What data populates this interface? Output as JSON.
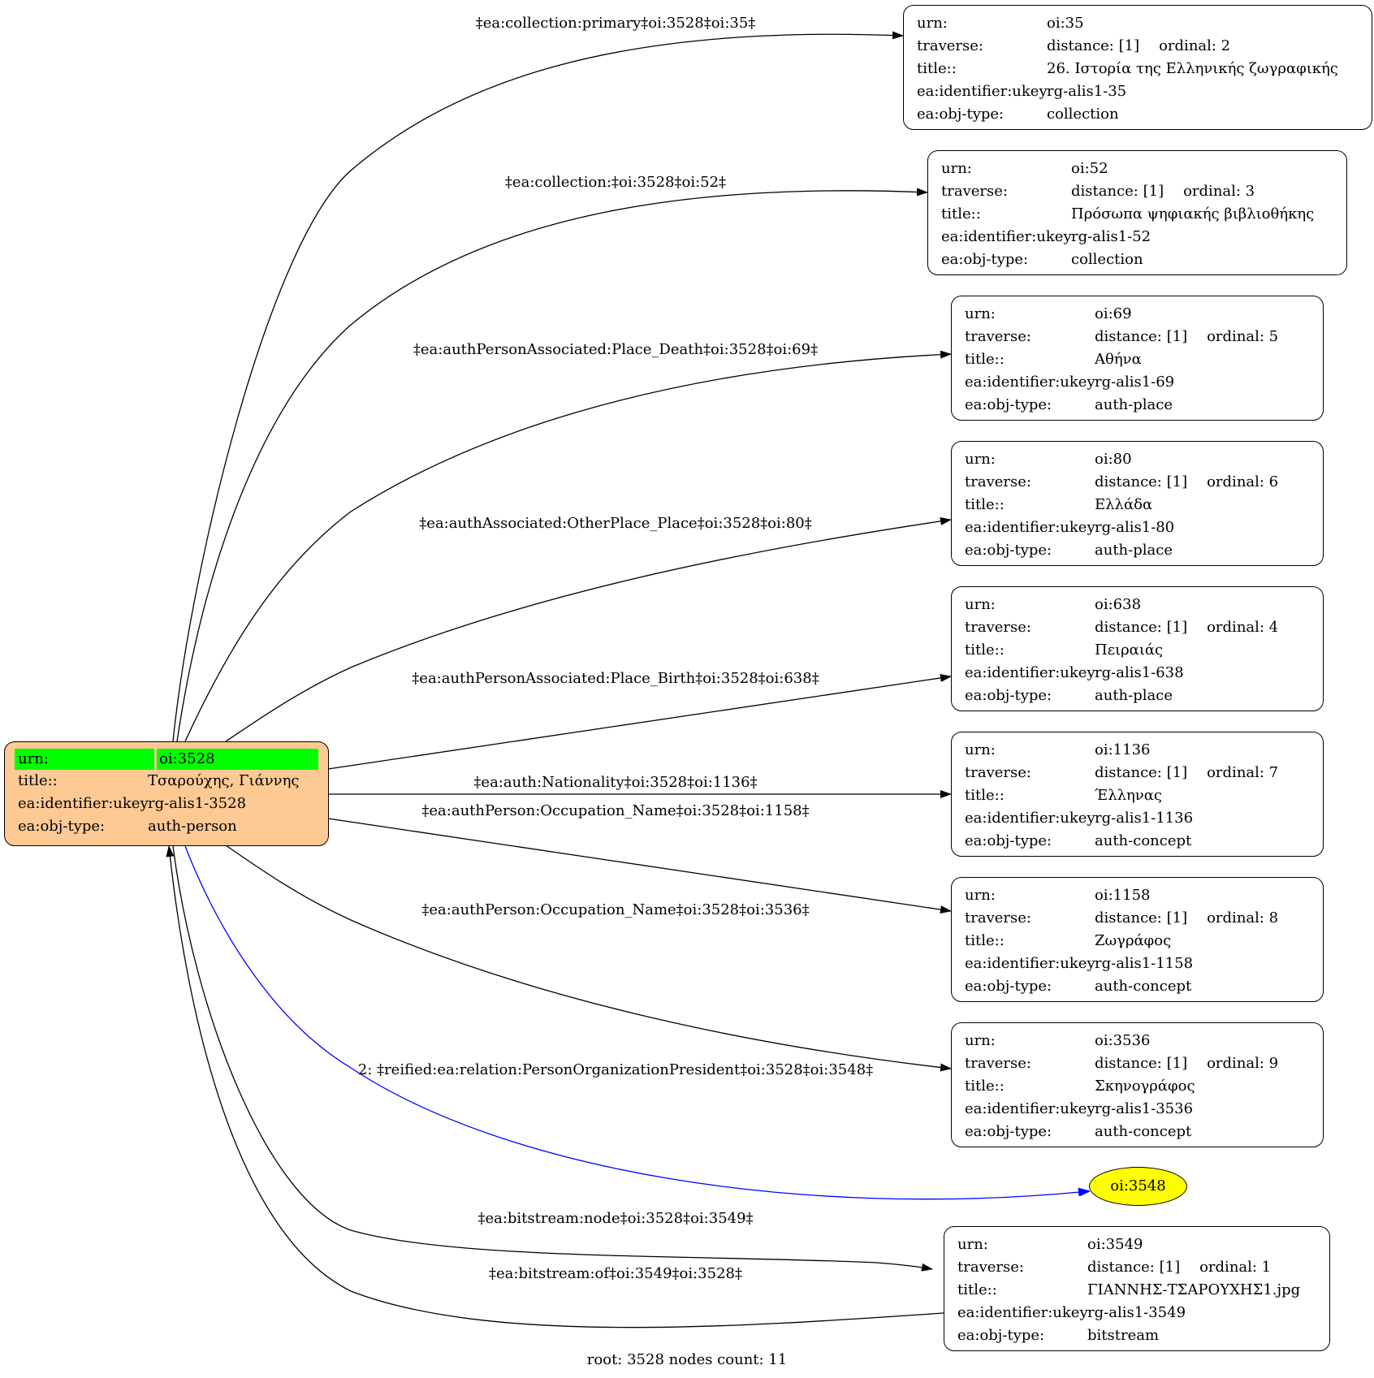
{
  "root": {
    "rows": [
      {
        "key": "urn:",
        "value": "oi:3528"
      },
      {
        "key": "title::",
        "value": "Τσαρούχης, Γιάννης"
      },
      {
        "key": "ea:identifier:ukey",
        "value": "rg-alis1-3528"
      },
      {
        "key": "ea:obj-type:",
        "value": "auth-person"
      }
    ]
  },
  "nodes": [
    {
      "urn": "oi:35",
      "distance": "distance: [1]",
      "ordinal": "ordinal: 2",
      "title": "26. Ιστορία της Ελληνικής ζωγραφικής",
      "ukey": "rg-alis1-35",
      "type": "collection"
    },
    {
      "urn": "oi:52",
      "distance": "distance: [1]",
      "ordinal": "ordinal: 3",
      "title": "Πρόσωπα ψηφιακής βιβλιοθήκης",
      "ukey": "rg-alis1-52",
      "type": "collection"
    },
    {
      "urn": "oi:69",
      "distance": "distance: [1]",
      "ordinal": "ordinal: 5",
      "title": "Αθήνα",
      "ukey": "rg-alis1-69",
      "type": "auth-place"
    },
    {
      "urn": "oi:80",
      "distance": "distance: [1]",
      "ordinal": "ordinal: 6",
      "title": "Ελλάδα",
      "ukey": "rg-alis1-80",
      "type": "auth-place"
    },
    {
      "urn": "oi:638",
      "distance": "distance: [1]",
      "ordinal": "ordinal: 4",
      "title": "Πειραιάς",
      "ukey": "rg-alis1-638",
      "type": "auth-place"
    },
    {
      "urn": "oi:1136",
      "distance": "distance: [1]",
      "ordinal": "ordinal: 7",
      "title": "Έλληνας",
      "ukey": "rg-alis1-1136",
      "type": "auth-concept"
    },
    {
      "urn": "oi:1158",
      "distance": "distance: [1]",
      "ordinal": "ordinal: 8",
      "title": "Ζωγράφος",
      "ukey": "rg-alis1-1158",
      "type": "auth-concept"
    },
    {
      "urn": "oi:3536",
      "distance": "distance: [1]",
      "ordinal": "ordinal: 9",
      "title": "Σκηνογράφος",
      "ukey": "rg-alis1-3536",
      "type": "auth-concept"
    },
    {
      "urn": "oi:3549",
      "distance": "distance: [1]",
      "ordinal": "ordinal: 1",
      "title": "ΓΙΑΝΝΗΣ-ΤΣΑΡΟΥΧΗΣ1.jpg",
      "ukey": "rg-alis1-3549",
      "type": "bitstream"
    }
  ],
  "field_labels": {
    "urn": "urn:",
    "traverse": "traverse:",
    "title": "title::",
    "ukey": "ea:identifier:ukey",
    "type": "ea:obj-type:"
  },
  "ellipse_node": "oi:3548",
  "edge_labels": [
    "‡ea:collection:primary‡oi:3528‡oi:35‡",
    "‡ea:collection:‡oi:3528‡oi:52‡",
    "‡ea:authPersonAssociated:Place_Death‡oi:3528‡oi:69‡",
    "‡ea:authAssociated:OtherPlace_Place‡oi:3528‡oi:80‡",
    "‡ea:authPersonAssociated:Place_Birth‡oi:3528‡oi:638‡",
    "‡ea:auth:Nationality‡oi:3528‡oi:1136‡",
    "‡ea:authPerson:Occupation_Name‡oi:3528‡oi:1158‡",
    "‡ea:authPerson:Occupation_Name‡oi:3528‡oi:3536‡",
    "2: ‡reified:ea:relation:PersonOrganizationPresident‡oi:3528‡oi:3548‡",
    "‡ea:bitstream:node‡oi:3528‡oi:3549‡",
    "‡ea:bitstream:of‡oi:3549‡oi:3528‡"
  ],
  "colors": {
    "root_fill": "#ffc994",
    "highlight": "#00ff00",
    "ellipse_fill": "#ffff00",
    "reified_edge": "#0000ff",
    "edge": "#000000"
  },
  "footer": "root: 3528 nodes count: 11"
}
